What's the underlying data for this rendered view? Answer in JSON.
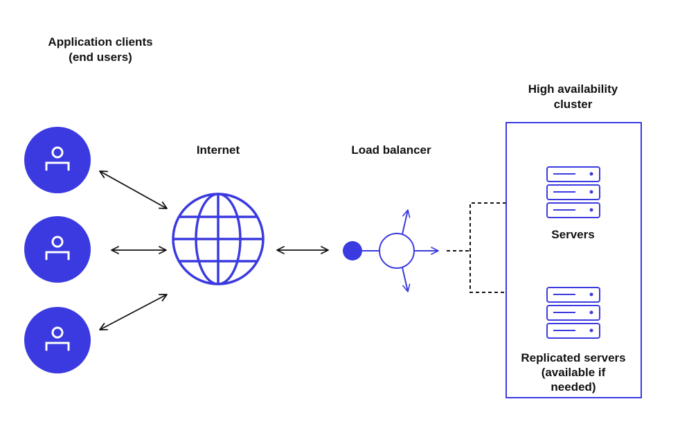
{
  "colors": {
    "accent": "#3a3ae0",
    "arrow": "#111111",
    "text": "#111111",
    "background": "#ffffff"
  },
  "labels": {
    "clients_line1": "Application clients",
    "clients_line2": "(end users)",
    "internet": "Internet",
    "load_balancer": "Load balancer",
    "cluster_line1": "High availability",
    "cluster_line2": "cluster",
    "servers": "Servers",
    "replicated_line1": "Replicated servers",
    "replicated_line2": "(available if",
    "replicated_line3": "needed)"
  },
  "icons": {
    "client": "user-icon",
    "internet": "globe-icon",
    "load_balancer": "load-balancer-icon",
    "server": "server-rack-icon"
  }
}
